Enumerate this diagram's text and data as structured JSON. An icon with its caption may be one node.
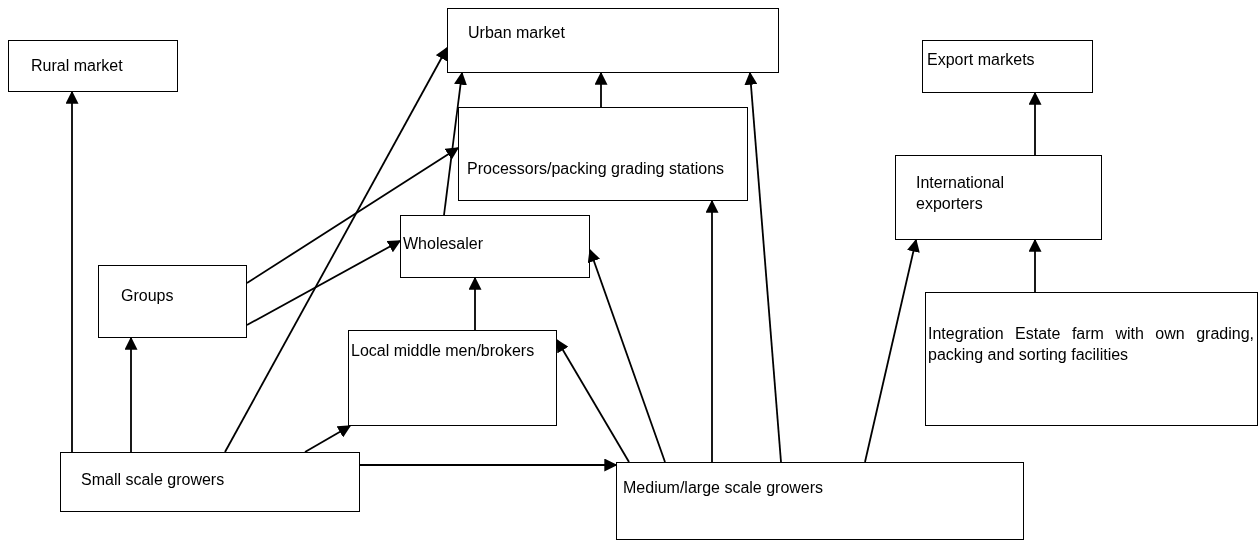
{
  "diagram": {
    "nodes": [
      {
        "text": [
          "Rural market"
        ]
      },
      {
        "text": [
          "Urban market"
        ]
      },
      {
        "text": [
          "Export markets"
        ]
      },
      {
        "text": [
          "Processors/packing grading stations"
        ]
      },
      {
        "text": [
          "International exporters"
        ]
      },
      {
        "text": [
          "Wholesaler"
        ]
      },
      {
        "text": [
          "Groups"
        ]
      },
      {
        "text": [
          "Local middle men/brokers"
        ]
      },
      {
        "text": [
          "Integration Estate farm with own grading, packing and sorting facilities"
        ]
      },
      {
        "text": [
          "Small scale growers"
        ]
      },
      {
        "text": [
          "Medium/large scale growers"
        ]
      }
    ],
    "edges": [
      {
        "from": 9,
        "to": 0,
        "arrow": "to"
      },
      {
        "from": 9,
        "to": 6,
        "arrow": "to"
      },
      {
        "from": 9,
        "to": 1,
        "arrow": "to"
      },
      {
        "from": 9,
        "to": 7,
        "arrow": "to"
      },
      {
        "from": 9,
        "to": 10,
        "arrow": "to"
      },
      {
        "from": 6,
        "to": 3,
        "arrow": "to"
      },
      {
        "from": 6,
        "to": 5,
        "arrow": "to"
      },
      {
        "from": 7,
        "to": 5,
        "arrow": "to"
      },
      {
        "from": 3,
        "to": 1,
        "arrow": "to"
      },
      {
        "from": 5,
        "to": 1,
        "arrow": "to"
      },
      {
        "from": 10,
        "to": 7,
        "arrow": "to"
      },
      {
        "from": 10,
        "to": 5,
        "arrow": "to"
      },
      {
        "from": 10,
        "to": 3,
        "arrow": "to"
      },
      {
        "from": 10,
        "to": 1,
        "arrow": "to"
      },
      {
        "from": 10,
        "to": 4,
        "arrow": "to"
      },
      {
        "from": 8,
        "to": 4,
        "arrow": "to"
      },
      {
        "from": 4,
        "to": 2,
        "arrow": "to"
      }
    ]
  }
}
